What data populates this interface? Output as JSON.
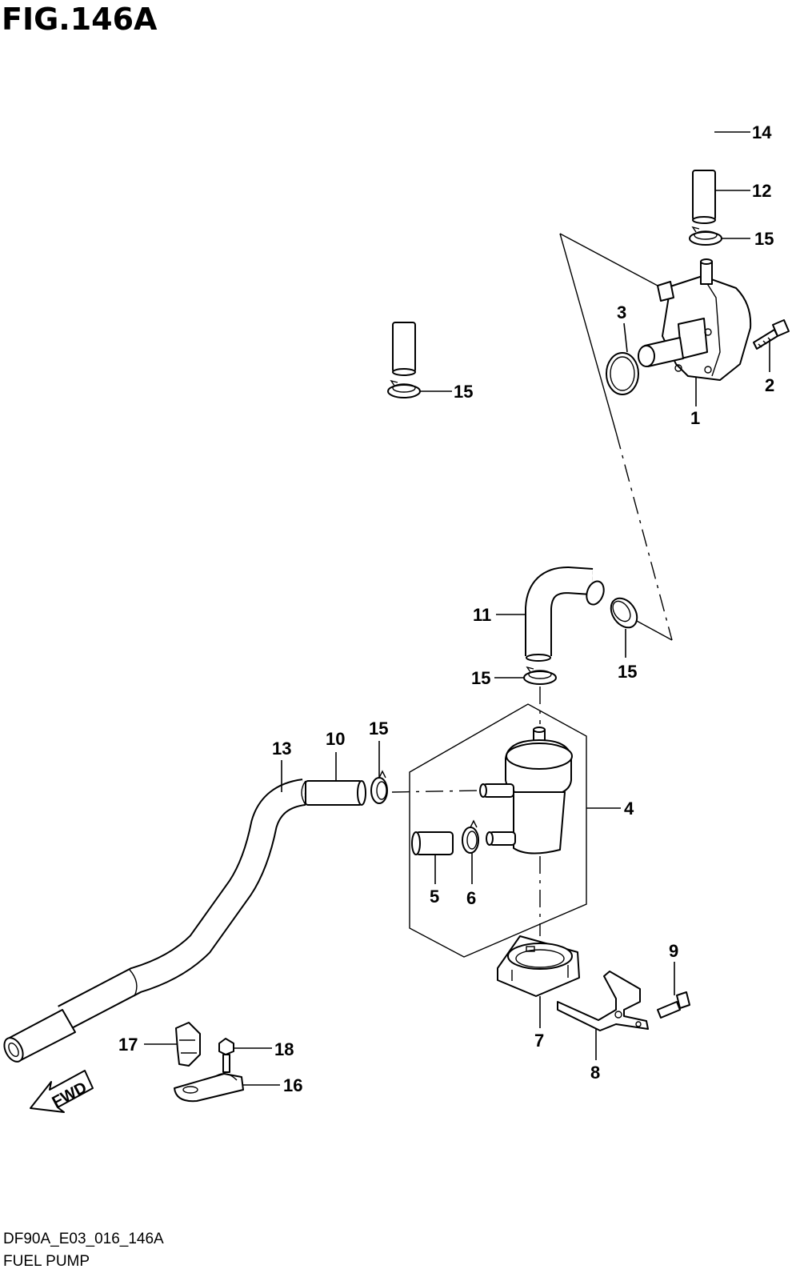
{
  "figure": {
    "title": "FIG.146A",
    "drawing_code": "DF90A_E03_016_146A",
    "name": "FUEL PUMP",
    "fwd_label": "FWD"
  },
  "callouts": {
    "c1": "1",
    "c2": "2",
    "c3": "3",
    "c4": "4",
    "c5": "5",
    "c6": "6",
    "c7": "7",
    "c8": "8",
    "c9": "9",
    "c10": "10",
    "c11": "11",
    "c12": "12",
    "c13": "13",
    "c14": "14",
    "c15a": "15",
    "c15b": "15",
    "c15c": "15",
    "c15d": "15",
    "c15e": "15",
    "c16": "16",
    "c17": "17",
    "c18": "18"
  }
}
